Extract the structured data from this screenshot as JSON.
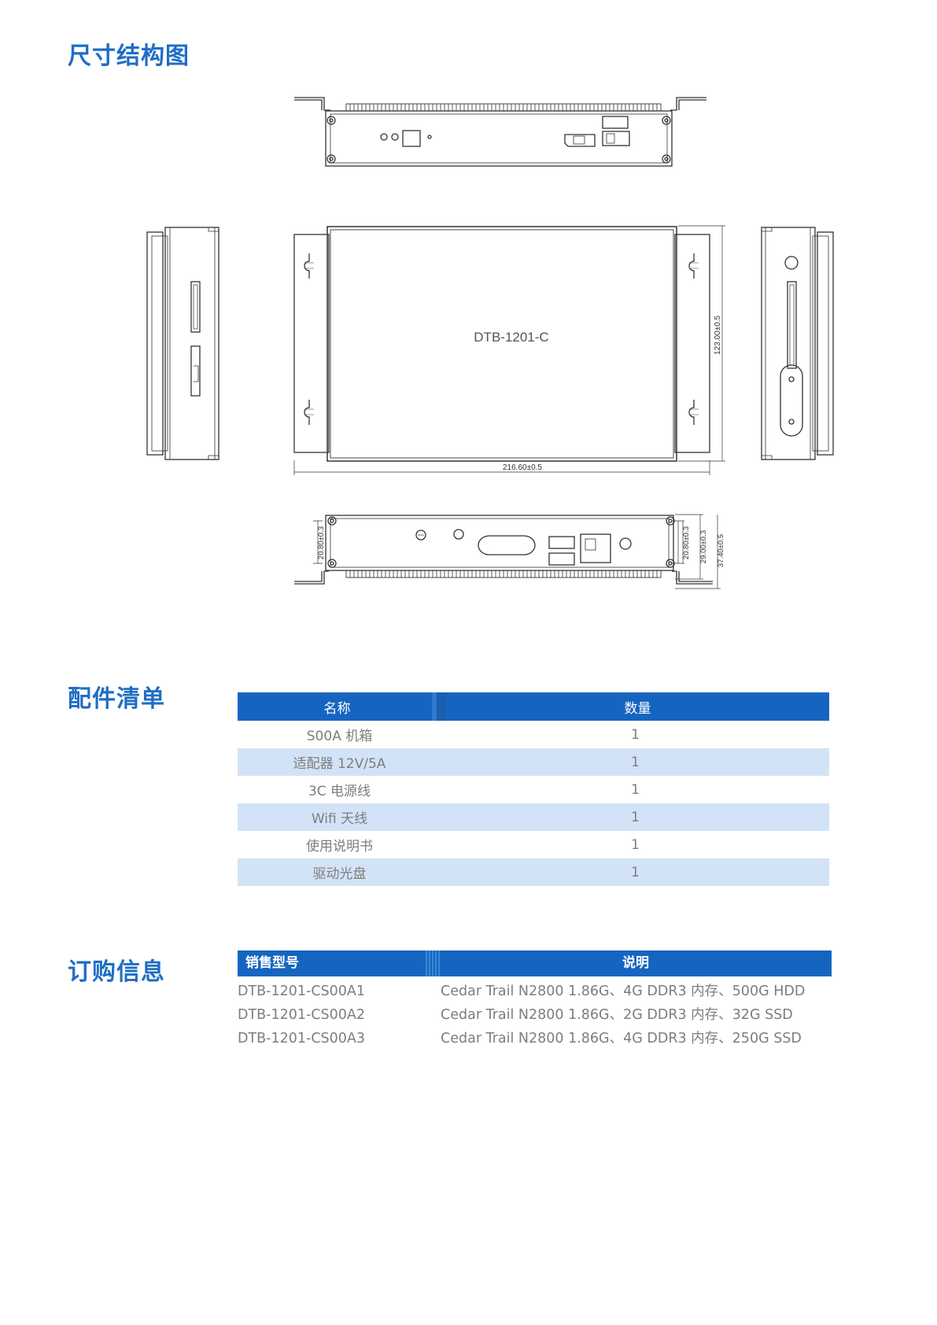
{
  "sections": {
    "dimensions_title": "尺寸结构图",
    "accessories_title": "配件清单",
    "ordering_title": "订购信息"
  },
  "drawing": {
    "model_label": "DTB-1201-C",
    "dim_width": "216.60±0.5",
    "dim_depth": "123.00±0.5",
    "dim_left_height": "20.80±0.3",
    "dim_right_height_1": "20.80±0.3",
    "dim_right_height_2": "29.00±0.3",
    "dim_right_height_3": "37.40±0.5"
  },
  "accessories": {
    "headers": {
      "name": "名称",
      "qty": "数量"
    },
    "rows": [
      {
        "name": "S00A 机箱",
        "qty": "1"
      },
      {
        "name": "适配器 12V/5A",
        "qty": "1"
      },
      {
        "name": "3C 电源线",
        "qty": "1"
      },
      {
        "name": "Wifi 天线",
        "qty": "1"
      },
      {
        "name": "使用说明书",
        "qty": "1"
      },
      {
        "name": "驱动光盘",
        "qty": "1"
      }
    ]
  },
  "ordering": {
    "headers": {
      "model": "销售型号",
      "desc": "说明"
    },
    "rows": [
      {
        "model": "DTB-1201-CS00A1",
        "desc": "Cedar Trail N2800 1.86G、4G DDR3 内存、500G HDD"
      },
      {
        "model": "DTB-1201-CS00A2",
        "desc": "Cedar Trail N2800 1.86G、2G DDR3 内存、32G SSD"
      },
      {
        "model": "DTB-1201-CS00A3",
        "desc": "Cedar Trail N2800 1.86G、4G DDR3 内存、250G SSD"
      }
    ]
  },
  "colors": {
    "title_blue": "#1f6ec4",
    "header_blue": "#1565c0",
    "row_alt": "#d3e3f7",
    "body_text": "#7d7d7d"
  }
}
